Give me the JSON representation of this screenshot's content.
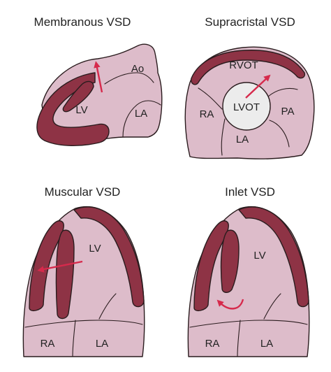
{
  "panels": [
    {
      "title": "Membranous VSD",
      "labels": {
        "lv": "LV",
        "ao": "Ao",
        "la": "LA"
      }
    },
    {
      "title": "Supracristal VSD",
      "labels": {
        "rvot": "RVOT",
        "lvot": "LVOT",
        "ra": "RA",
        "pa": "PA",
        "la": "LA"
      }
    },
    {
      "title": "Muscular VSD",
      "labels": {
        "lv": "LV",
        "ra": "RA",
        "la": "LA"
      }
    },
    {
      "title": "Inlet VSD",
      "labels": {
        "lv": "LV",
        "ra": "RA",
        "la": "LA"
      }
    }
  ],
  "colors": {
    "myocardium": "#8e3345",
    "chamber": "#ddbcca",
    "chamber_light": "#ecd7e0",
    "outline": "#2a1c1e",
    "arrow": "#d62a4c",
    "lvot_disc": "#ececec"
  }
}
